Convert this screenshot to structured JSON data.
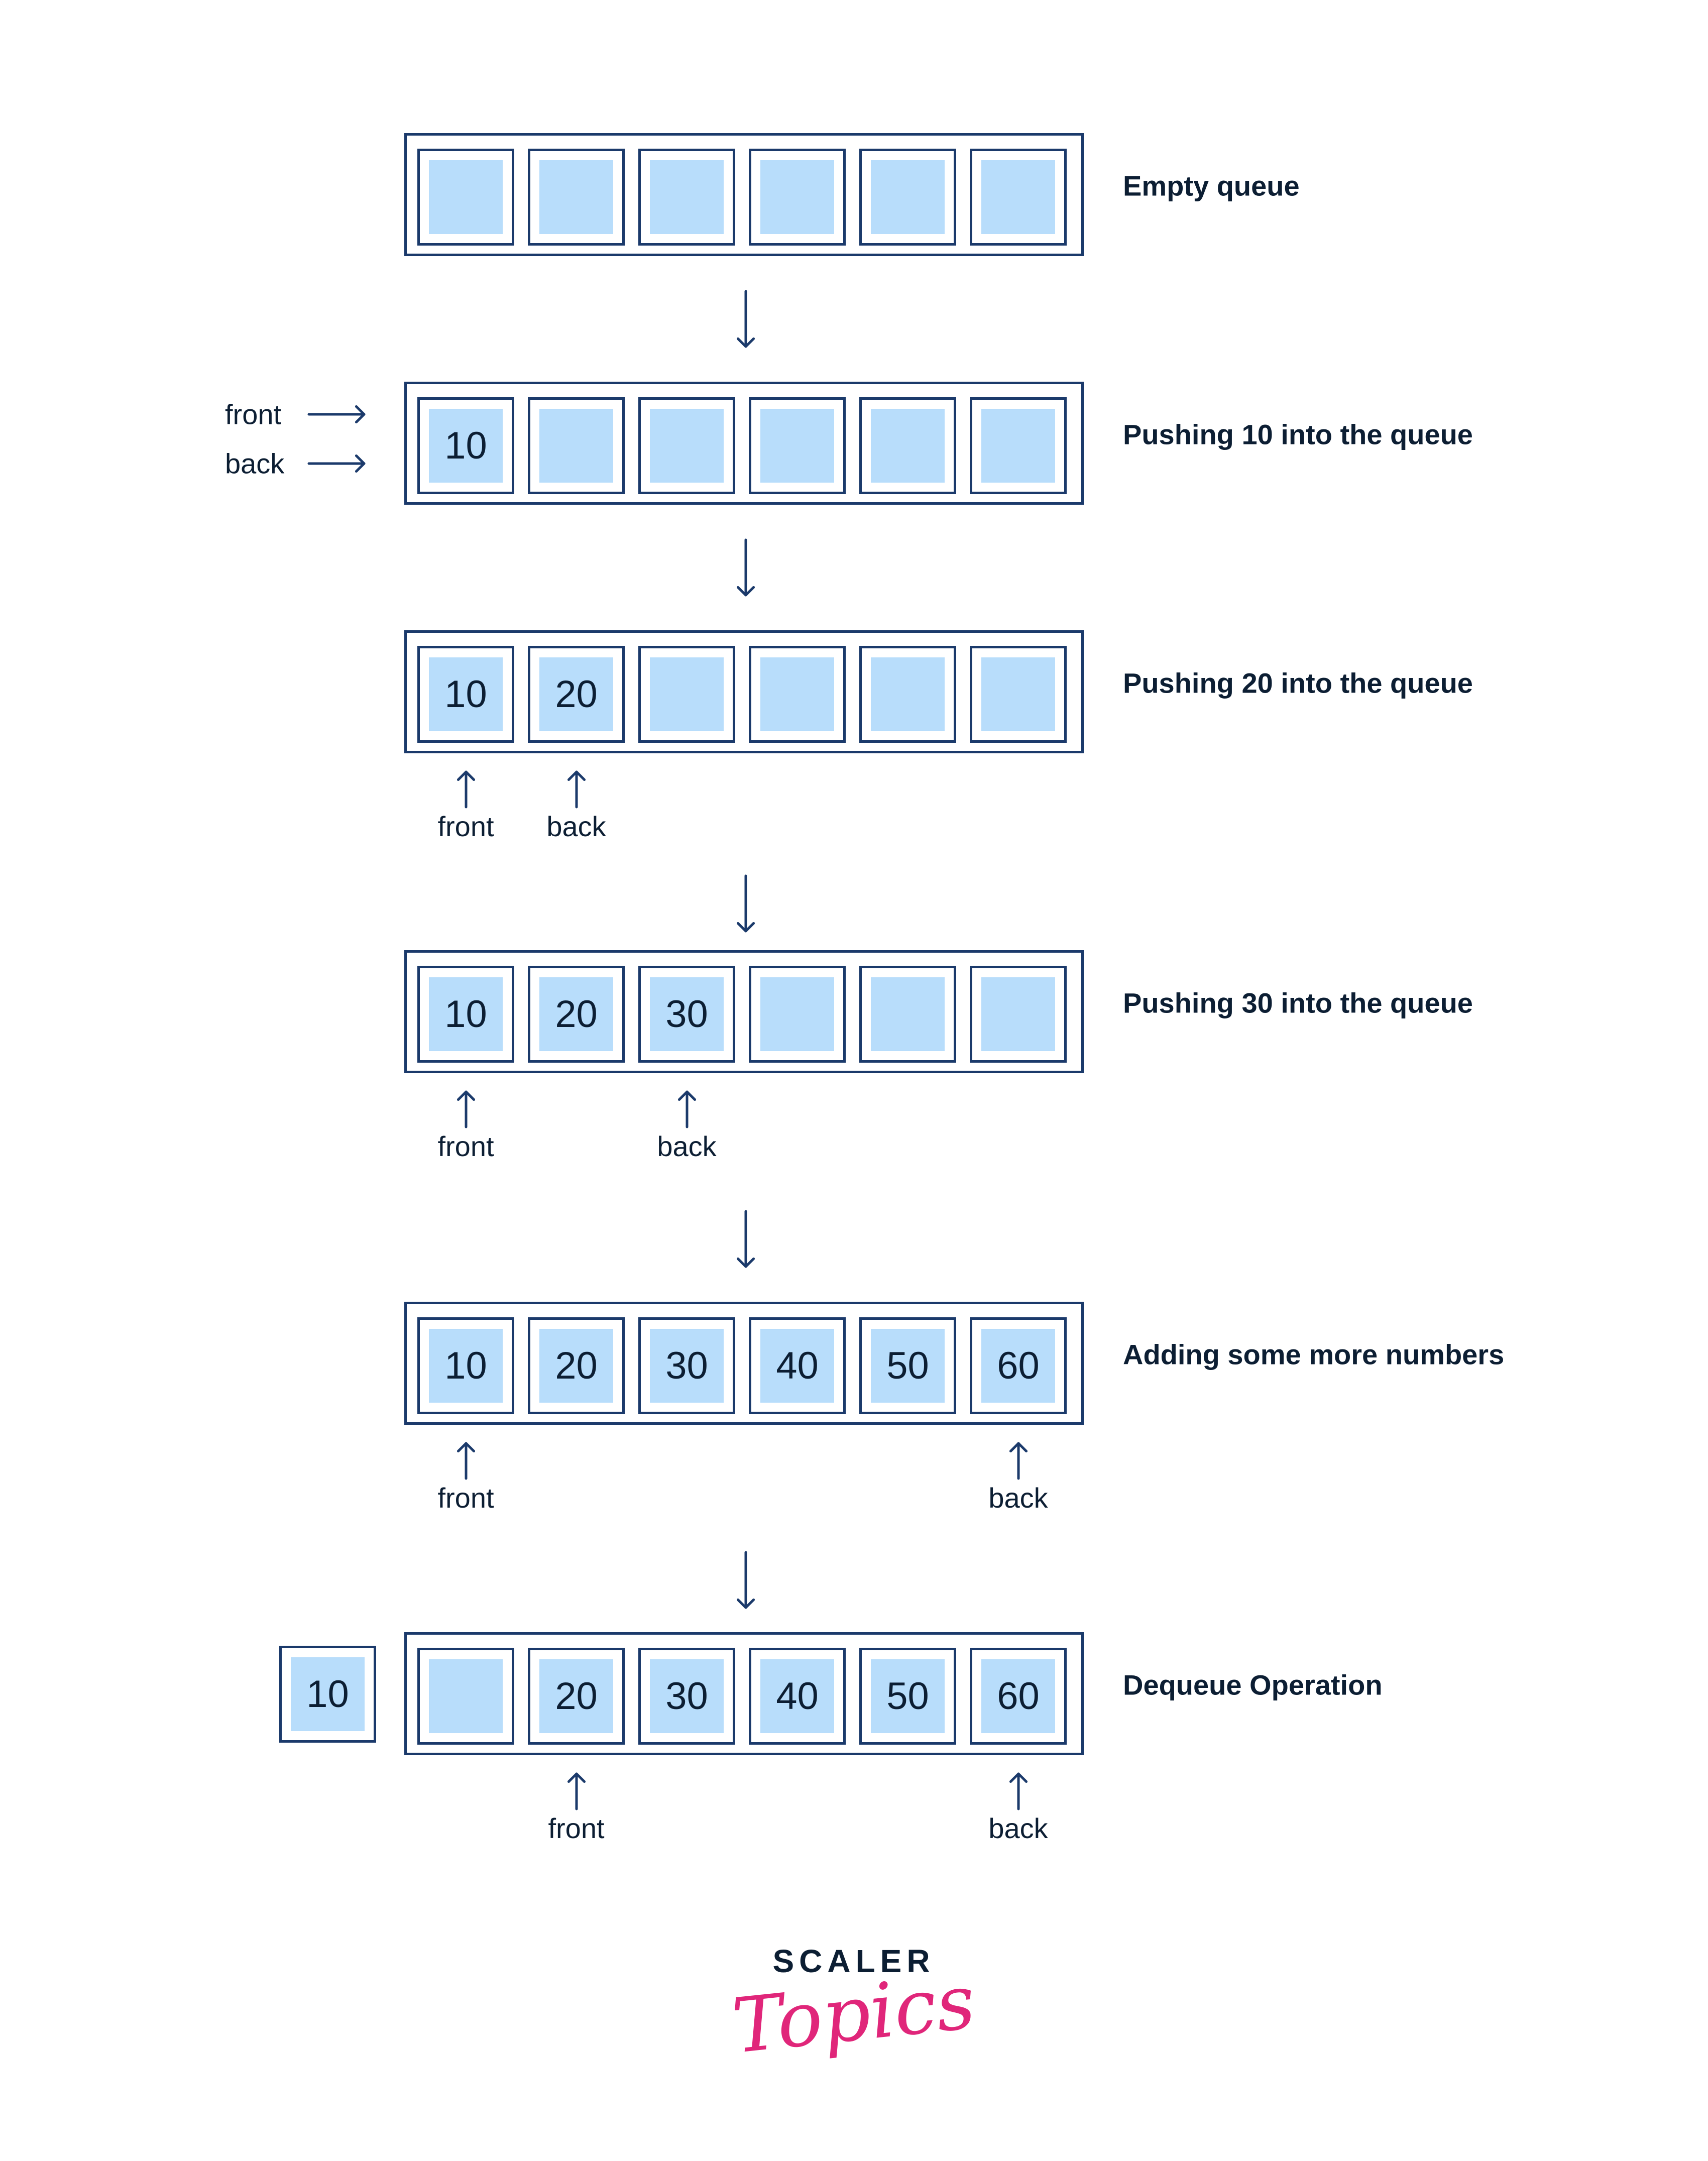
{
  "steps": [
    {
      "caption": "Empty queue",
      "cells": [
        "",
        "",
        "",
        "",
        "",
        ""
      ],
      "pointers": [],
      "side_pointers": []
    },
    {
      "caption": "Pushing 10 into the queue",
      "cells": [
        "10",
        "",
        "",
        "",
        "",
        ""
      ],
      "pointers": [],
      "side_pointers": [
        {
          "label": "front"
        },
        {
          "label": "back"
        }
      ]
    },
    {
      "caption": "Pushing 20 into the queue",
      "cells": [
        "10",
        "20",
        "",
        "",
        "",
        ""
      ],
      "pointers": [
        {
          "label": "front",
          "index": 0
        },
        {
          "label": "back",
          "index": 1
        }
      ],
      "side_pointers": []
    },
    {
      "caption": "Pushing 30 into the queue",
      "cells": [
        "10",
        "20",
        "30",
        "",
        "",
        ""
      ],
      "pointers": [
        {
          "label": "front",
          "index": 0
        },
        {
          "label": "back",
          "index": 2
        }
      ],
      "side_pointers": []
    },
    {
      "caption": "Adding some more numbers",
      "cells": [
        "10",
        "20",
        "30",
        "40",
        "50",
        "60"
      ],
      "pointers": [
        {
          "label": "front",
          "index": 0
        },
        {
          "label": "back",
          "index": 5
        }
      ],
      "side_pointers": []
    },
    {
      "caption": "Dequeue Operation",
      "cells": [
        "",
        "20",
        "30",
        "40",
        "50",
        "60"
      ],
      "pointers": [
        {
          "label": "front",
          "index": 1
        },
        {
          "label": "back",
          "index": 5
        }
      ],
      "side_pointers": [],
      "dequeued": "10"
    }
  ],
  "brand": {
    "top": "SCALER",
    "bottom": "Topics",
    "accent_color": "#e0267a"
  },
  "colors": {
    "stroke": "#1b3a6b",
    "cell_fill": "#b8ddfb",
    "text": "#0c1e33"
  }
}
